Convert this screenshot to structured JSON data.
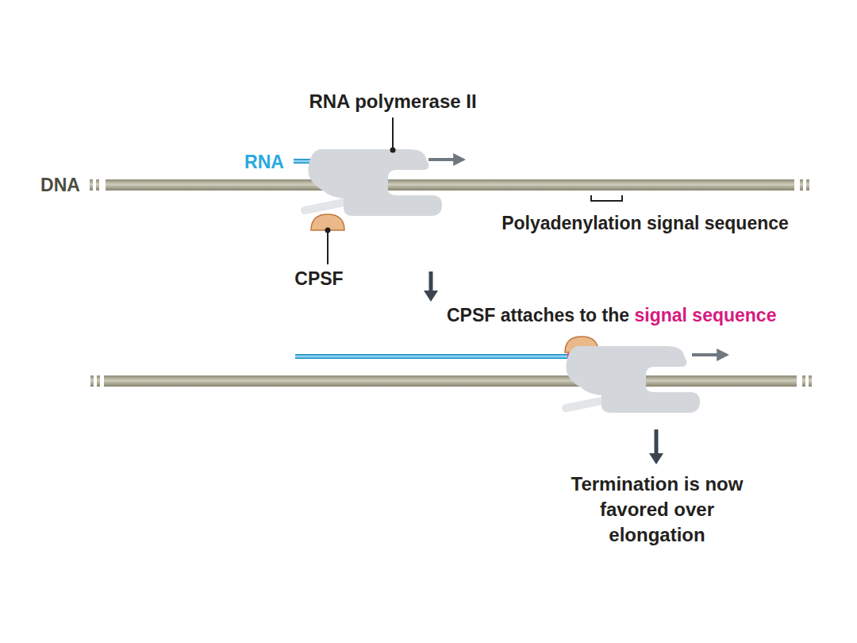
{
  "diagram": {
    "labels": [
      "RNA polymerase II",
      "RNA",
      "DNA",
      "Polyadenylation signal sequence",
      "CPSF",
      "CPSF attaches to the",
      "signal sequence",
      "Termination is now favored over elongation"
    ]
  }
}
